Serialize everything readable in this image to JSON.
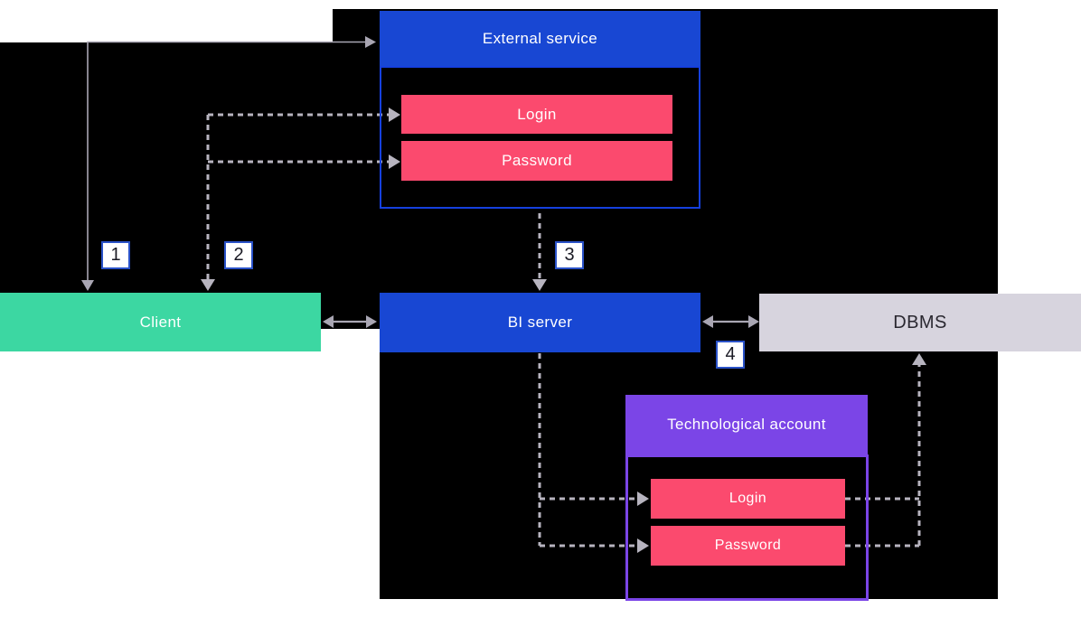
{
  "diagram": {
    "nodes": {
      "external_service": {
        "label": "External service"
      },
      "external_login": {
        "label": "Login"
      },
      "external_password": {
        "label": "Password"
      },
      "client": {
        "label": "Client"
      },
      "bi_server": {
        "label": "BI server"
      },
      "dbms": {
        "label": "DBMS"
      },
      "tech_account": {
        "label": "Technological account"
      },
      "tech_login": {
        "label": "Login"
      },
      "tech_password": {
        "label": "Password"
      }
    },
    "steps": [
      {
        "number": "1"
      },
      {
        "number": "2"
      },
      {
        "number": "3"
      },
      {
        "number": "4"
      }
    ]
  },
  "colors": {
    "blue": "#1847D3",
    "blue-border": "#1540DE",
    "pink": "#FB4A6E",
    "green": "#3CD7A2",
    "purple": "#7B45E7",
    "dbms-fill": "#D7D4DE",
    "dbms-ink": "#2A2830",
    "field": "#000000",
    "page": "#FFFFFF",
    "arrow-solid": "#A9A6B3",
    "arrow-dashed": "#B7B4BF",
    "step-border": "#2A52C8",
    "step-ink": "#1A1A24"
  }
}
